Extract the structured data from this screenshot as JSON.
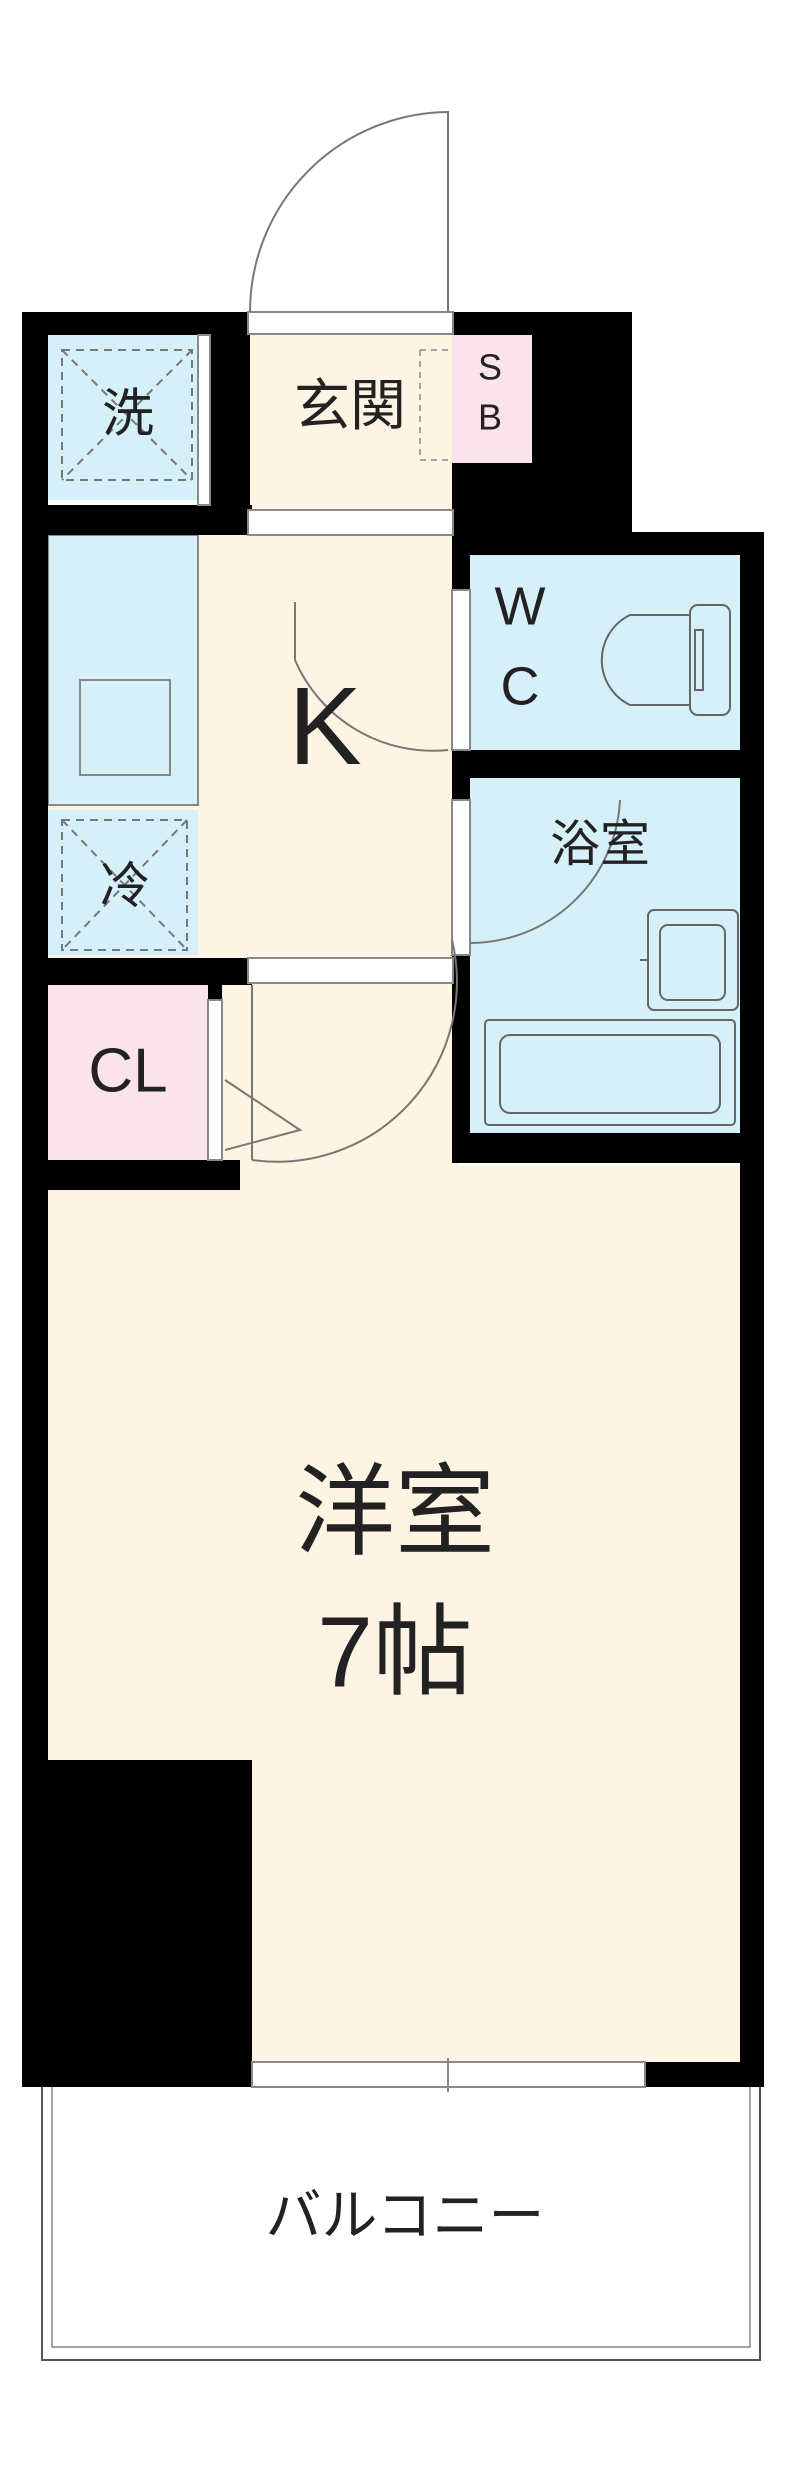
{
  "rooms": {
    "washer": "洗",
    "entrance": "玄関",
    "shoe_box_line1": "S",
    "shoe_box_line2": "B",
    "toilet_line1": "W",
    "toilet_line2": "C",
    "kitchen": "K",
    "fridge": "冷",
    "bathroom": "浴室",
    "closet": "CL",
    "western_room": "洋室",
    "western_room_size": "7帖",
    "balcony": "バルコニー"
  },
  "colors": {
    "wall": "#000000",
    "floor": "#fdf4e3",
    "wet_area": "#d6f0fa",
    "storage": "#fbe3ec",
    "line": "#888888"
  }
}
